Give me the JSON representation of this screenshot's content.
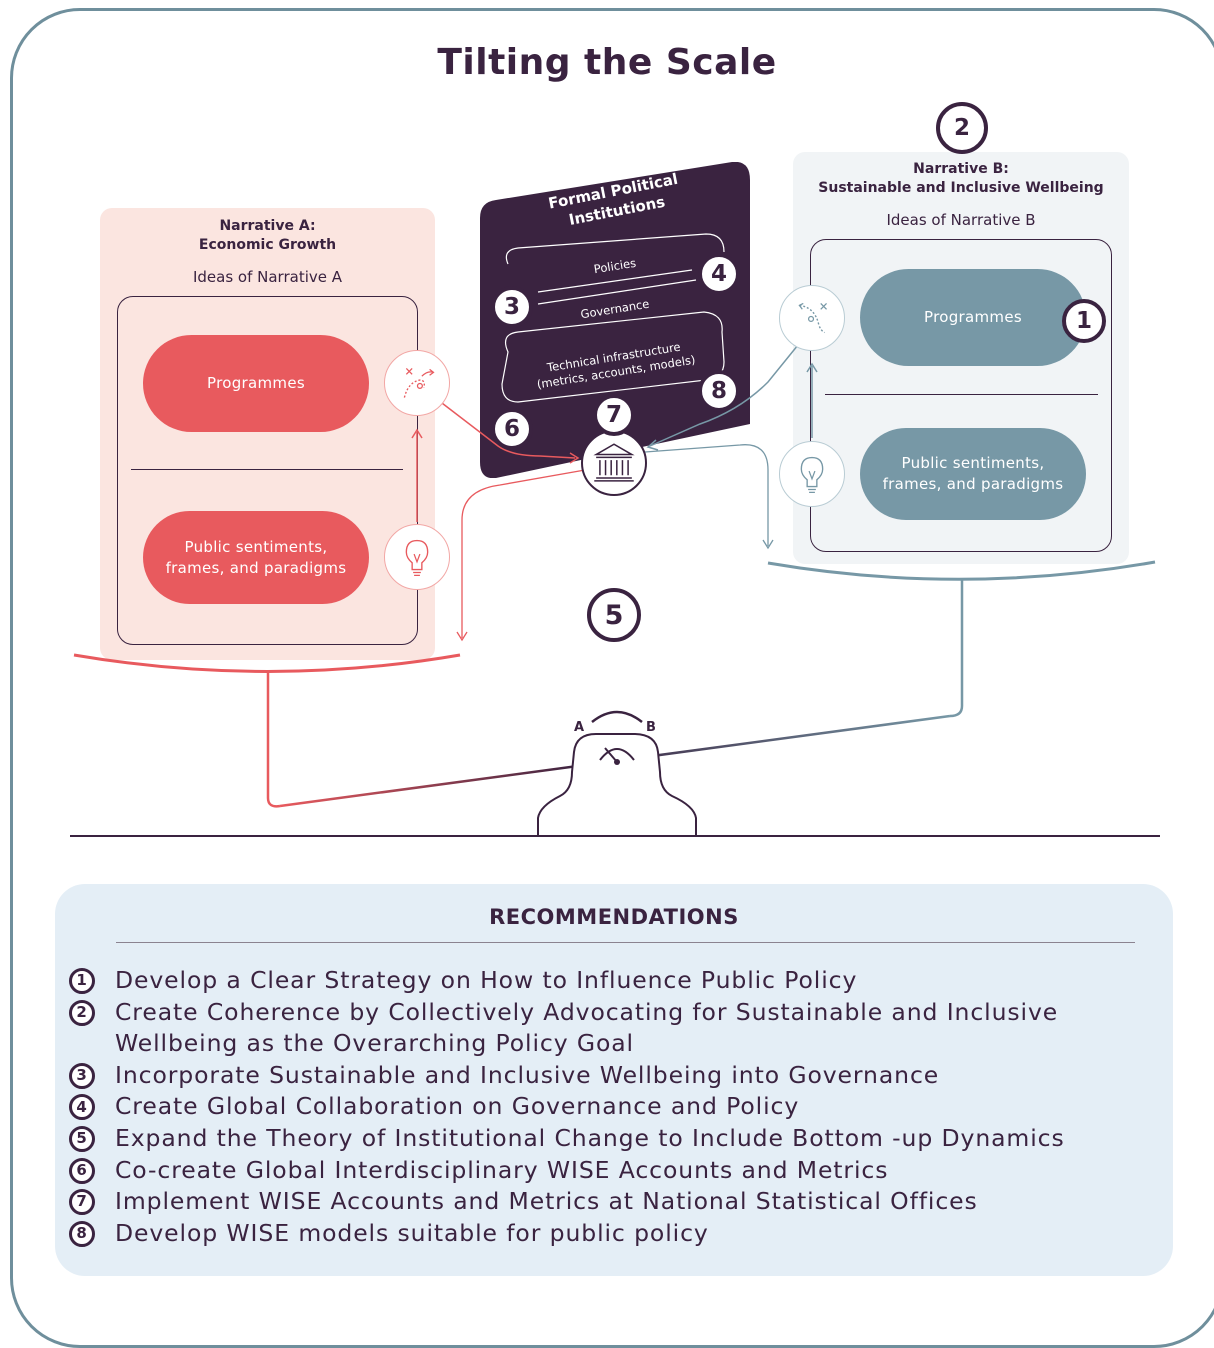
{
  "title": "Tilting the Scale",
  "narrative_a": {
    "heading_line1": "Narrative A:",
    "heading_line2": "Economic Growth",
    "subtitle": "Ideas of Narrative A",
    "pill_top": "Programmes",
    "pill_bottom_line1": "Public sentiments,",
    "pill_bottom_line2": "frames, and paradigms"
  },
  "narrative_b": {
    "heading_line1": "Narrative B:",
    "heading_line2": "Sustainable and Inclusive Wellbeing",
    "subtitle": "Ideas of Narrative B",
    "pill_top": "Programmes",
    "pill_bottom_line1": "Public sentiments,",
    "pill_bottom_line2": "frames, and paradigms"
  },
  "institutions": {
    "title_line1": "Formal Political",
    "title_line2": "Institutions",
    "item1": "Policies",
    "item2": "Governance",
    "item3_line1": "Technical infrastructure",
    "item3_line2": "(metrics, accounts, models)"
  },
  "badges": {
    "b1": "1",
    "b2": "2",
    "b3": "3",
    "b4": "4",
    "b5": "5",
    "b6": "6",
    "b7": "7",
    "b8": "8"
  },
  "scale": {
    "label_a": "A",
    "label_b": "B"
  },
  "icons": [
    "strategy-icon",
    "lightbulb-icon",
    "institution-icon",
    "gauge-icon"
  ],
  "colors": {
    "dark_purple": "#3a2340",
    "red": "#e85a5e",
    "teal": "#7798a6",
    "pink_panel": "#fbe5e0",
    "grey_panel": "#f1f4f6",
    "rec_panel": "#e4eef6"
  },
  "recommendations": {
    "title": "RECOMMENDATIONS",
    "items": [
      {
        "num": "1",
        "line1": "Develop a Clear Strategy on How to Influence Public Policy",
        "line2": ""
      },
      {
        "num": "2",
        "line1": "Create Coherence by Collectively Advocating for Sustainable and Inclusive",
        "line2": "Wellbeing as the Overarching Policy Goal"
      },
      {
        "num": "3",
        "line1": "Incorporate Sustainable and Inclusive Wellbeing into Governance",
        "line2": ""
      },
      {
        "num": "4",
        "line1": "Create Global Collaboration on Governance and Policy",
        "line2": ""
      },
      {
        "num": "5",
        "line1": "Expand the Theory of Institutional Change to Include Bottom  -up Dynamics",
        "line2": ""
      },
      {
        "num": "6",
        "line1": "Co-create Global Interdisciplinary WISE Accounts and Metrics",
        "line2": ""
      },
      {
        "num": "7",
        "line1": "Implement WISE Accounts and Metrics at National Statistical Offices",
        "line2": ""
      },
      {
        "num": "8",
        "line1": "Develop WISE models suitable for public policy",
        "line2": ""
      }
    ]
  }
}
